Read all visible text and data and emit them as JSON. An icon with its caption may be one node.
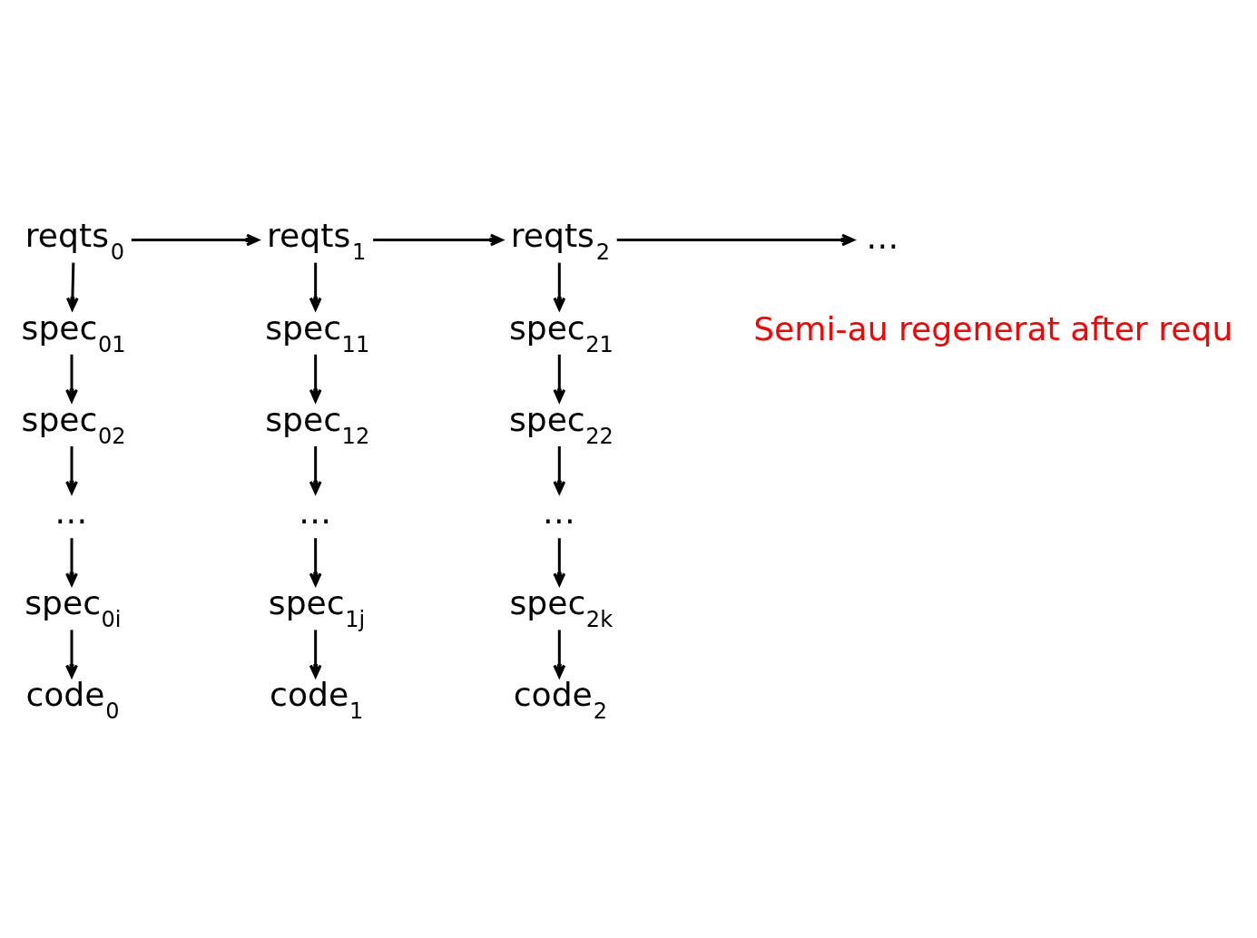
{
  "diagram": {
    "nodes": [
      {
        "text": [
          "reqts$_{0}$"
        ]
      },
      {
        "text": [
          "reqts$_{1}$"
        ]
      },
      {
        "text": [
          "reqts$_{2}$"
        ]
      },
      {
        "text": [
          "…"
        ]
      },
      {
        "text": [
          "spec$_{01}$"
        ]
      },
      {
        "text": [
          "spec$_{11}$"
        ]
      },
      {
        "text": [
          "spec$_{21}$"
        ]
      },
      {
        "text": [
          "spec$_{02}$"
        ]
      },
      {
        "text": [
          "spec$_{12}$"
        ]
      },
      {
        "text": [
          "spec$_{22}$"
        ]
      },
      {
        "text": [
          "…"
        ]
      },
      {
        "text": [
          "…"
        ]
      },
      {
        "text": [
          "…"
        ]
      },
      {
        "text": [
          "spec$_{0i}$"
        ]
      },
      {
        "text": [
          "spec$_{1j}$"
        ]
      },
      {
        "text": [
          "spec$_{2k}$"
        ]
      },
      {
        "text": [
          "code$_{0}$"
        ]
      },
      {
        "text": [
          "code$_{1}$"
        ]
      },
      {
        "text": [
          "code$_{2}$"
        ]
      }
    ],
    "edges": [
      {
        "from": 0,
        "to": 1,
        "arrow": "to"
      },
      {
        "from": 1,
        "to": 2,
        "arrow": "to"
      },
      {
        "from": 2,
        "to": 3,
        "arrow": "to"
      },
      {
        "from": 0,
        "to": 4,
        "arrow": "to"
      },
      {
        "from": 4,
        "to": 7,
        "arrow": "to"
      },
      {
        "from": 7,
        "to": 10,
        "arrow": "to"
      },
      {
        "from": 10,
        "to": 13,
        "arrow": "to"
      },
      {
        "from": 13,
        "to": 16,
        "arrow": "to"
      },
      {
        "from": 1,
        "to": 5,
        "arrow": "to"
      },
      {
        "from": 5,
        "to": 8,
        "arrow": "to"
      },
      {
        "from": 8,
        "to": 11,
        "arrow": "to"
      },
      {
        "from": 11,
        "to": 14,
        "arrow": "to"
      },
      {
        "from": 14,
        "to": 17,
        "arrow": "to"
      },
      {
        "from": 2,
        "to": 6,
        "arrow": "to"
      },
      {
        "from": 6,
        "to": 9,
        "arrow": "to"
      },
      {
        "from": 9,
        "to": 12,
        "arrow": "to"
      },
      {
        "from": 12,
        "to": 15,
        "arrow": "to"
      },
      {
        "from": 15,
        "to": 18,
        "arrow": "to"
      }
    ],
    "labels": [
      "Semi-au regenerat after requ"
    ]
  }
}
